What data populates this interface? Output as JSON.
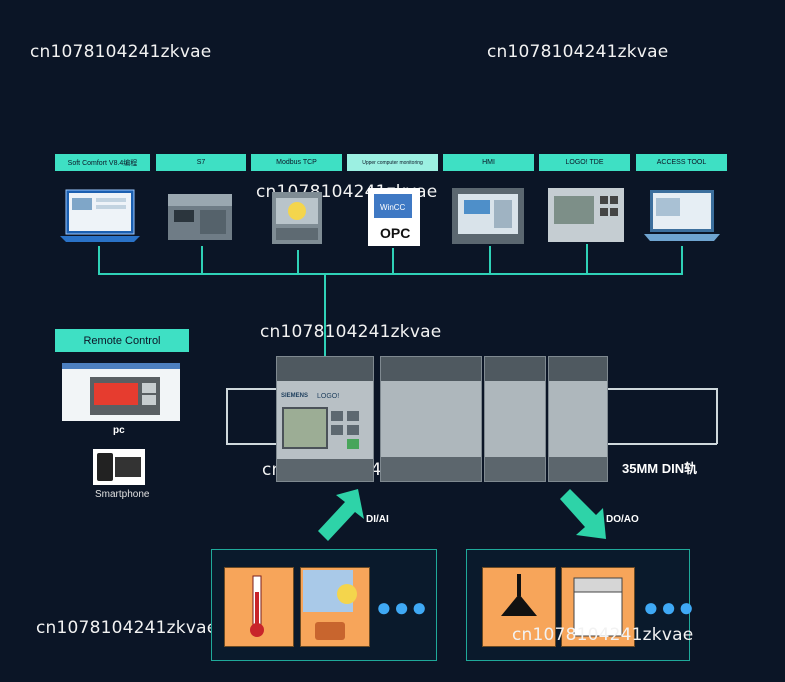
{
  "watermarks": [
    "cn1078104241zkvae",
    "cn1078104241zkvae",
    "cn1078104241zkvae",
    "cn1078104241zkvae",
    "cn1078104241zkvae",
    "cn1078104241zkvae",
    "cn1078104241zkvae"
  ],
  "top_tabs": [
    "Soft Comfort V8.4编程",
    "S7",
    "Modbus TCP",
    "Upper computer monitoring",
    "HMI",
    "LOGO! TDE",
    "ACCESS TOOL"
  ],
  "remote": {
    "title": "Remote Control",
    "pc_label": "pc",
    "smartphone_label": "Smartphone"
  },
  "plc": {
    "brand": "SIEMENS",
    "model": "LOGO!"
  },
  "rail_label": "35MM DIN轨",
  "input_label": "DI/AI",
  "output_label": "DO/AO",
  "more_symbol": "●●●",
  "icon_text": {
    "wincc": "WinCC",
    "opc": "OPC"
  },
  "colors": {
    "background": "#0b1526",
    "accent": "#3ee0c4",
    "arrow": "#2ed3a8",
    "tile": "#f7a55a",
    "dots": "#3fa9f5"
  }
}
